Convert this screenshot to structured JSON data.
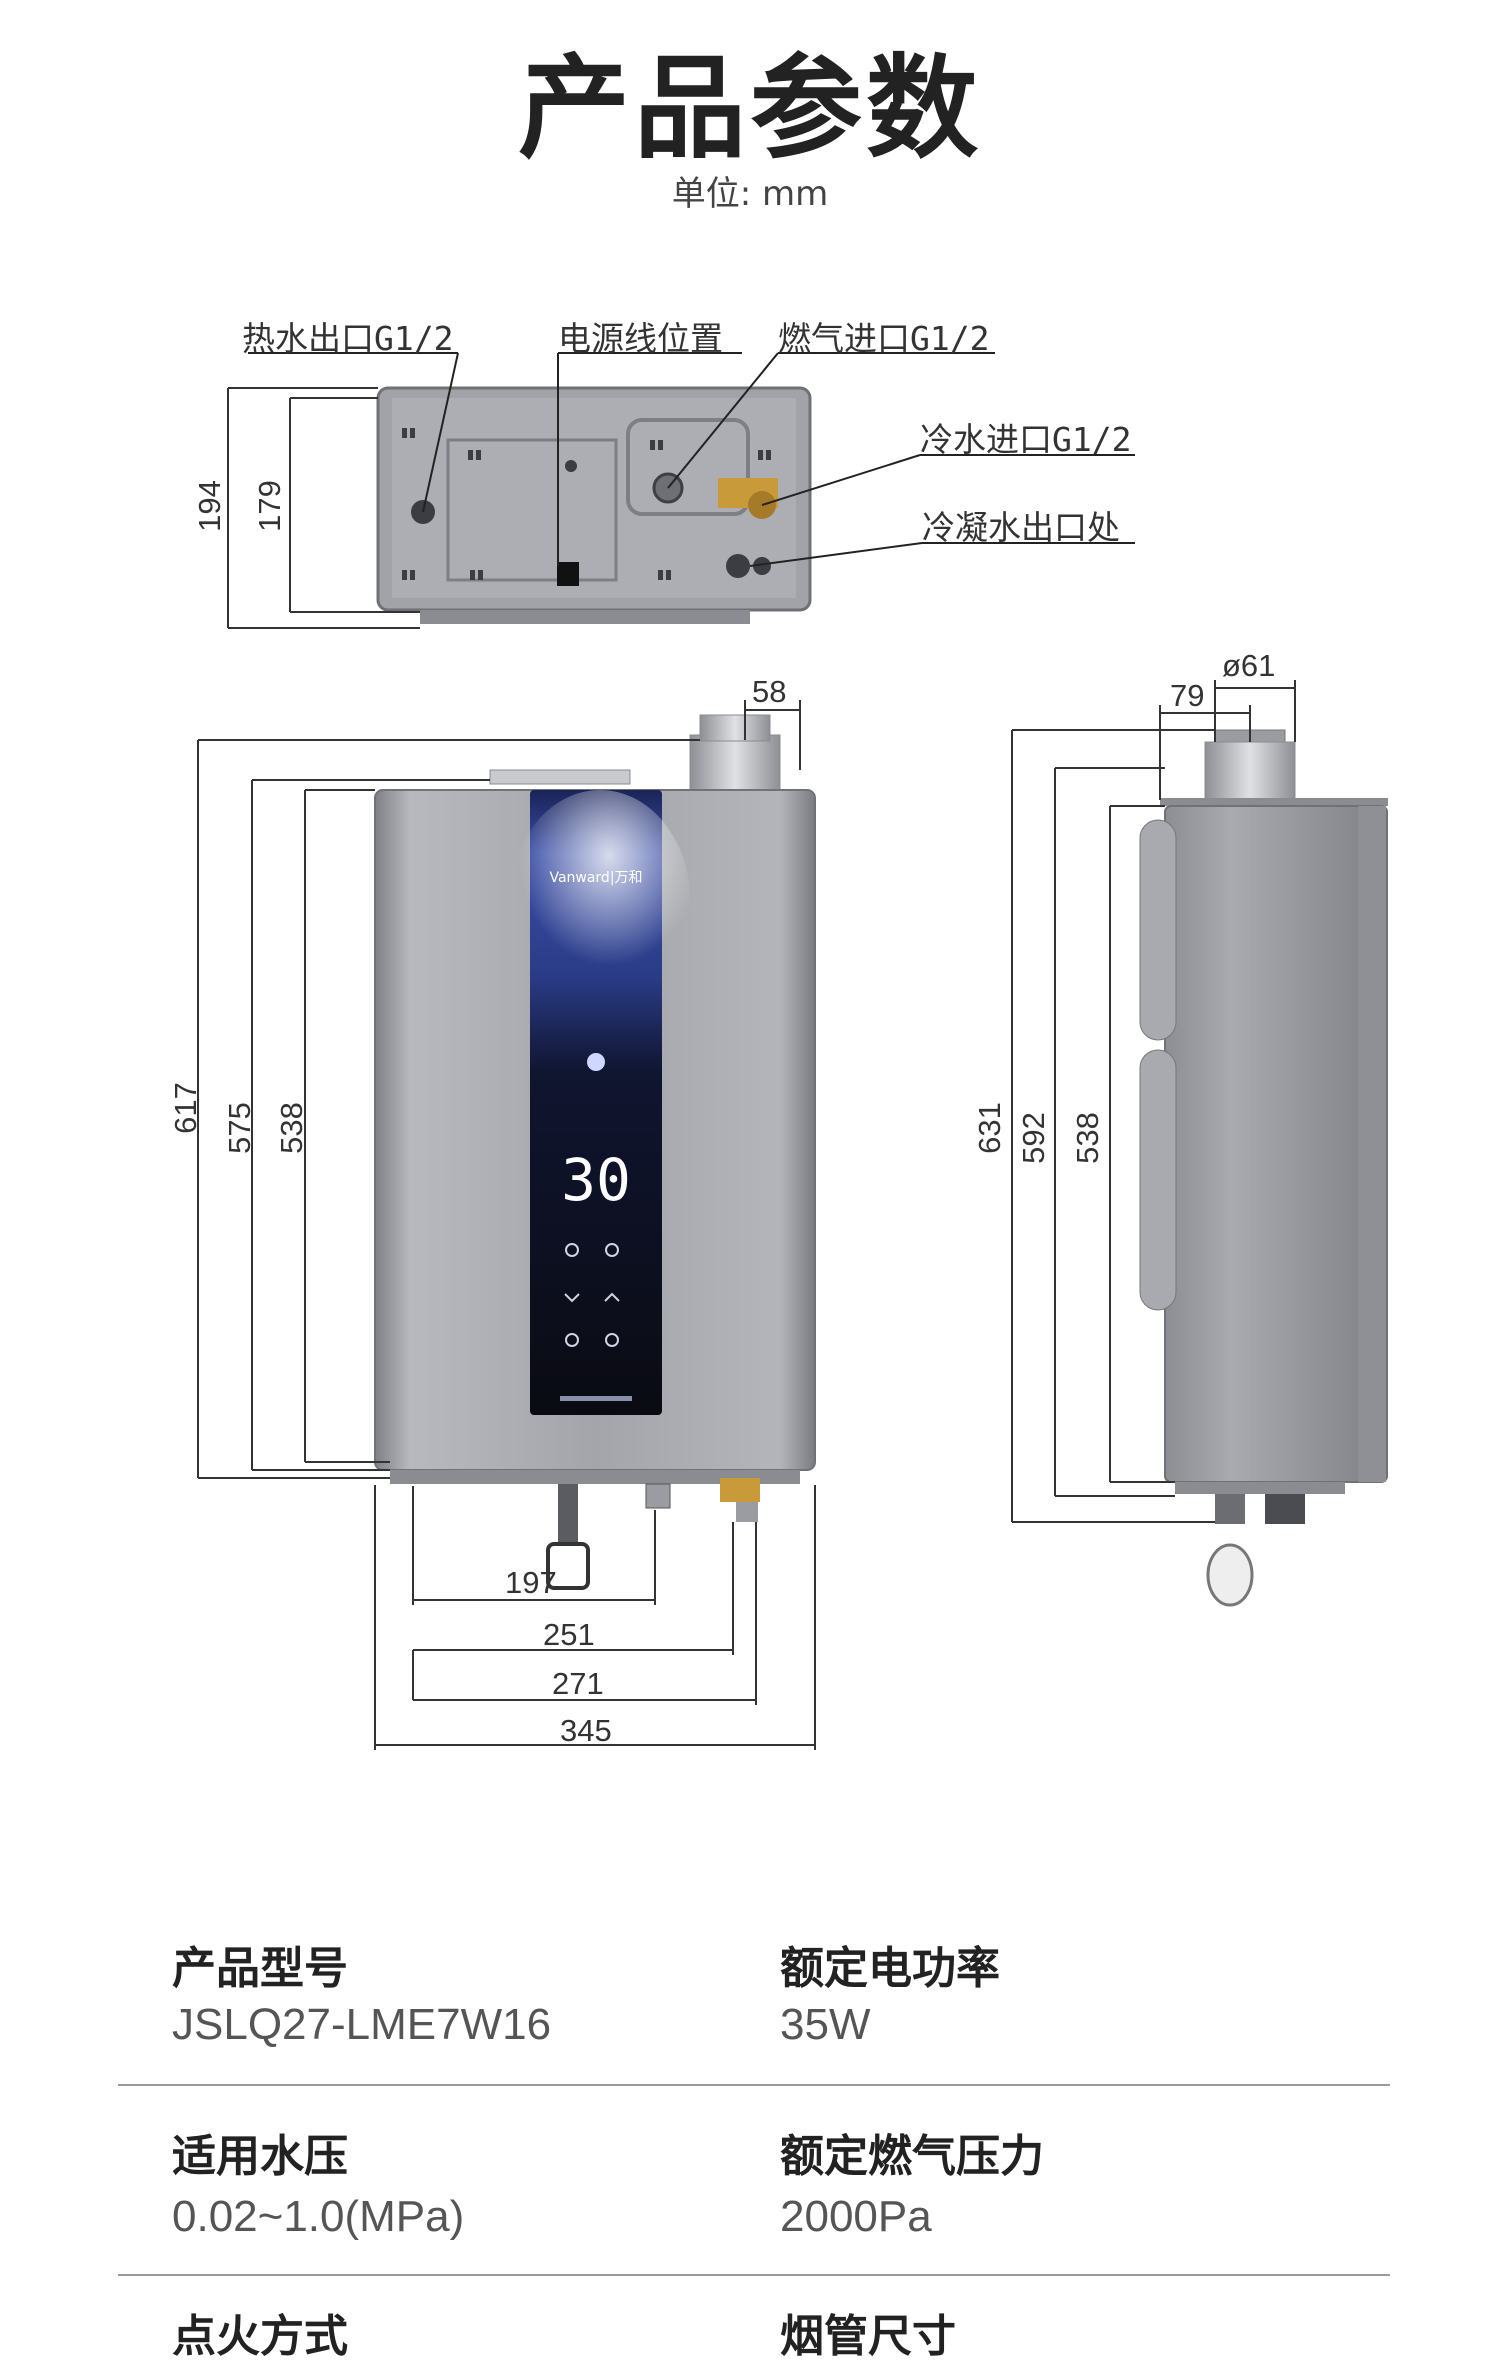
{
  "header": {
    "title": "产品参数",
    "unit": "单位: mm"
  },
  "top_view": {
    "callouts": {
      "hot_water_outlet": "热水出口G1/2",
      "power_cord_position": "电源线位置",
      "gas_inlet": "燃气进口G1/2",
      "cold_water_inlet": "冷水进口G1/2",
      "condensate_outlet": "冷凝水出口处"
    },
    "dims": {
      "depth_total": "194",
      "depth_body": "179"
    }
  },
  "front_view": {
    "display_temp": "30",
    "dims": {
      "height_total": "617",
      "height_mid": "575",
      "height_body": "538",
      "flue_width": "58",
      "w197": "197",
      "w251": "251",
      "w271": "271",
      "w345": "345"
    }
  },
  "side_view": {
    "dims": {
      "flue_diameter": "ø61",
      "flue_offset": "79",
      "height_total": "631",
      "height_mid": "592",
      "height_body": "538"
    }
  },
  "specs": [
    {
      "label": "产品型号",
      "value": "JSLQ27-LME7W16"
    },
    {
      "label": "额定电功率",
      "value": "35W"
    },
    {
      "label": "适用水压",
      "value": "0.02~1.0(MPa)"
    },
    {
      "label": "额定燃气压力",
      "value": "2000Pa"
    },
    {
      "label": "点火方式",
      "value": ""
    },
    {
      "label": "烟管尺寸",
      "value": ""
    }
  ],
  "colors": {
    "body_silver": "#9a9ca1",
    "panel_blue": "#2d3f86",
    "brass": "#c89a3a",
    "dim_line": "#333333"
  }
}
